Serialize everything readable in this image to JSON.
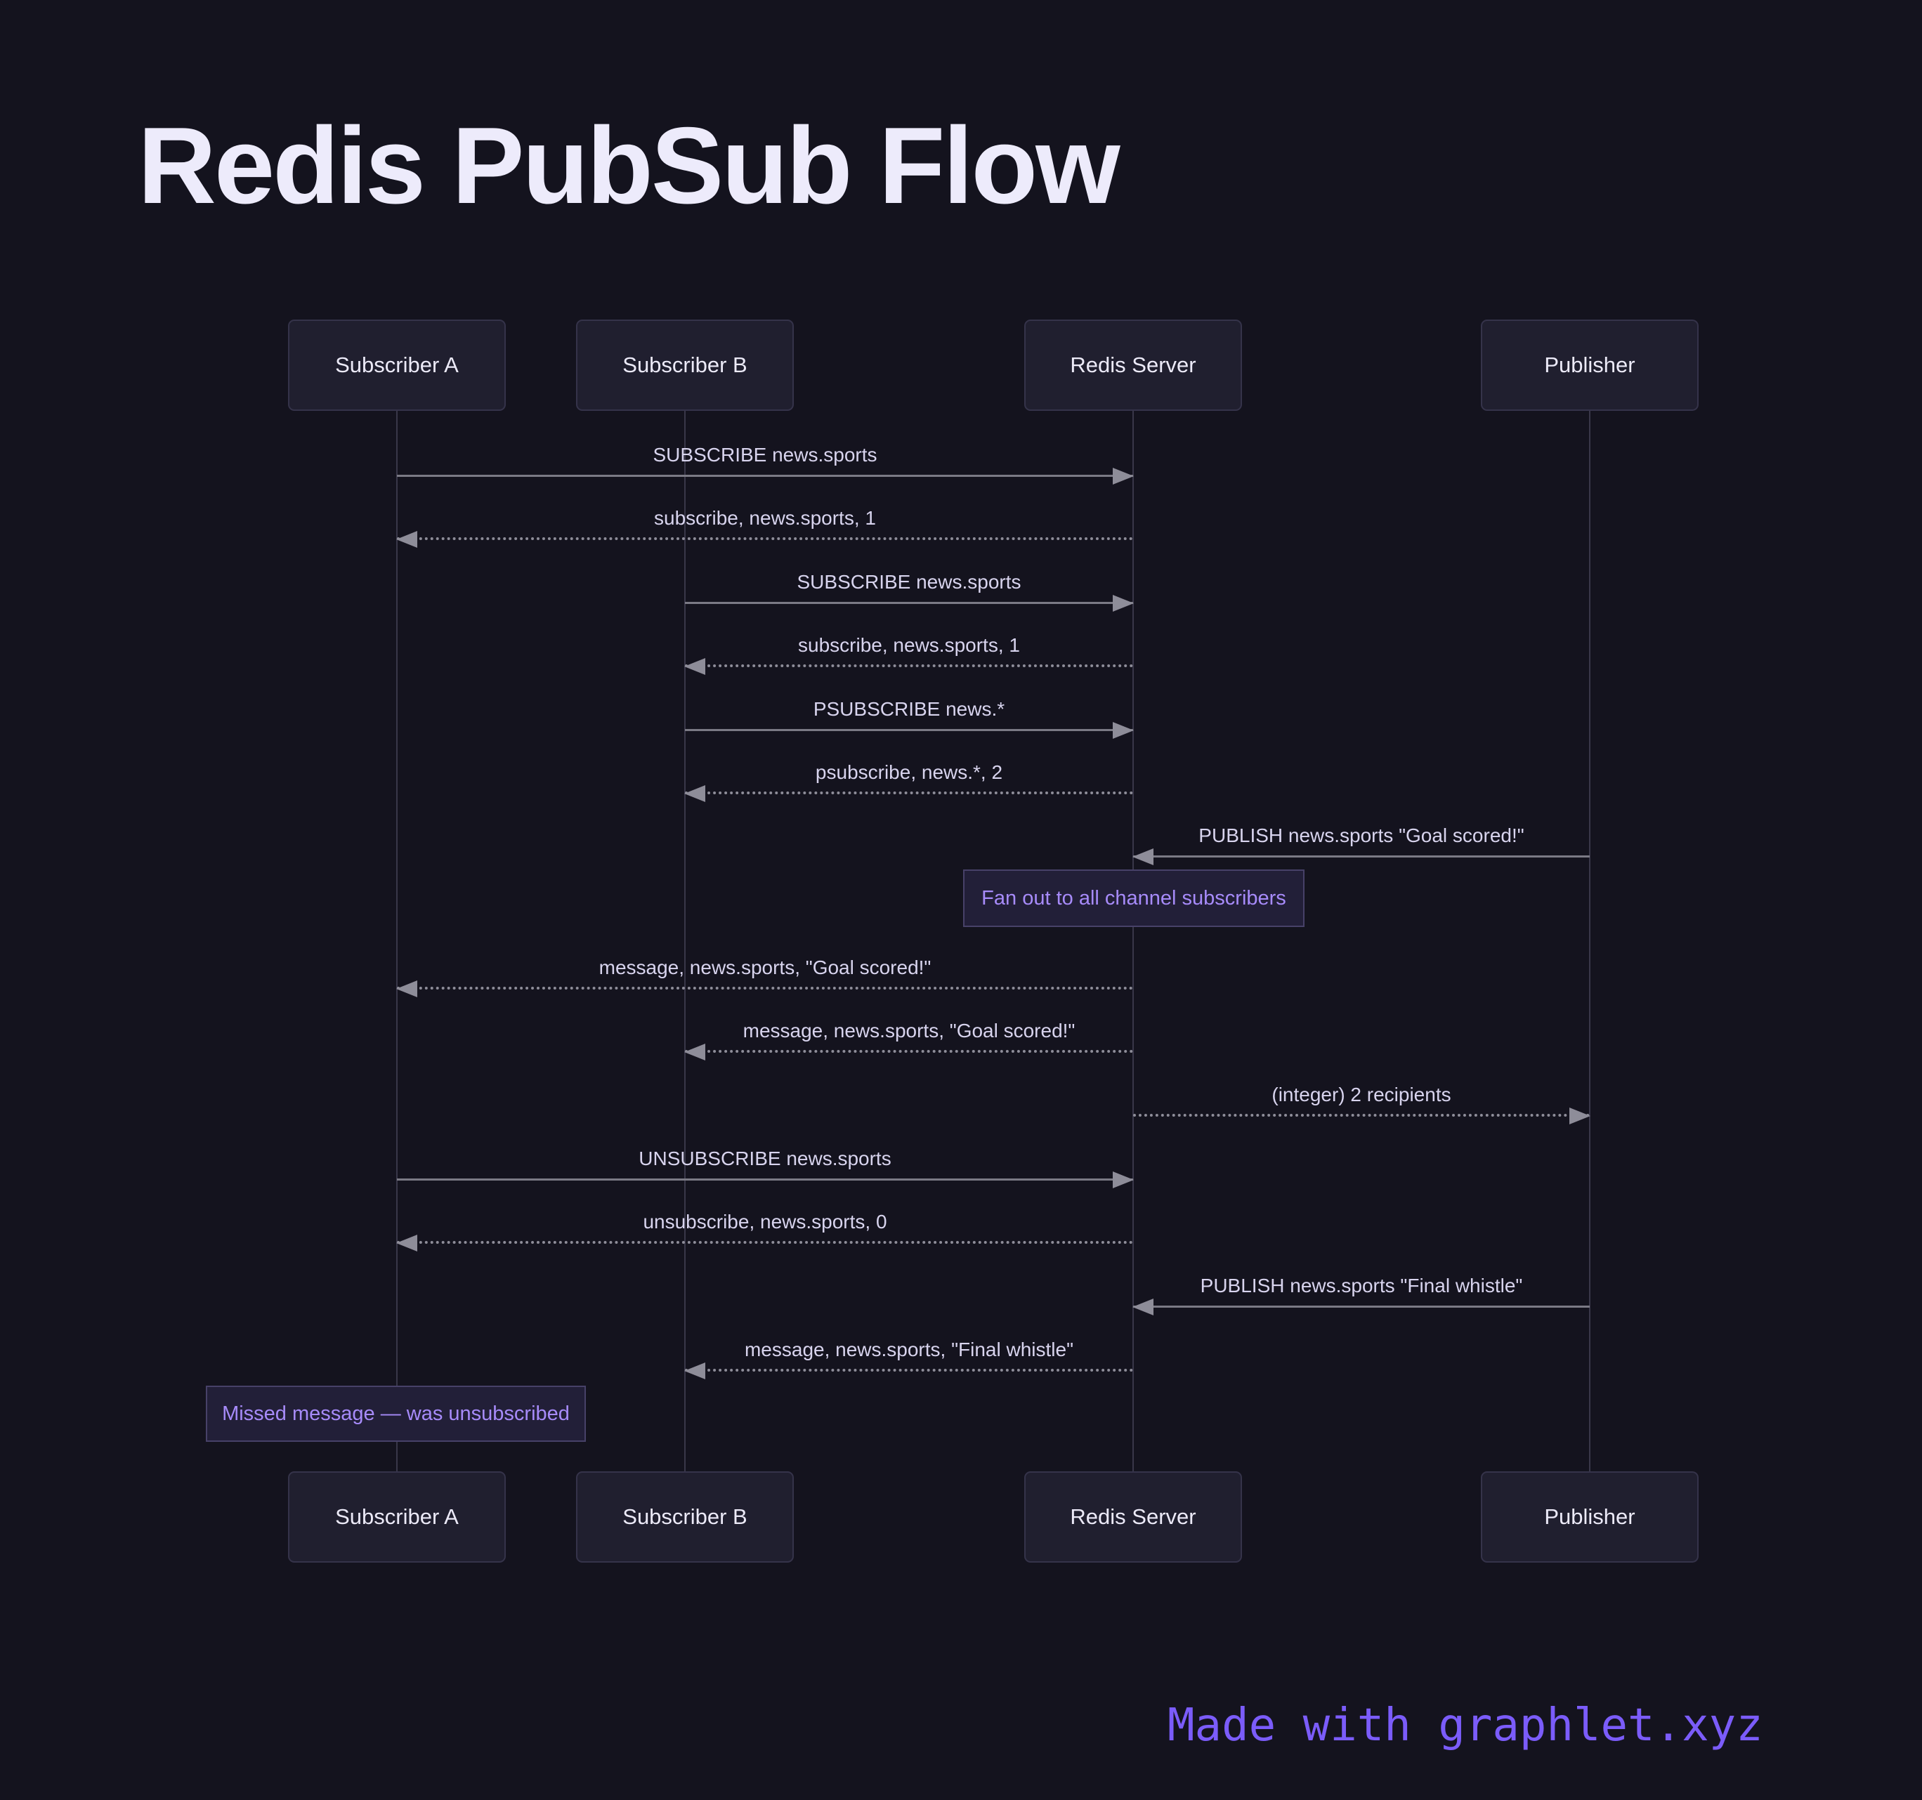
{
  "title": "Redis PubSub Flow",
  "participants": [
    {
      "id": "subscriber-a",
      "label": "Subscriber A"
    },
    {
      "id": "subscriber-b",
      "label": "Subscriber B"
    },
    {
      "id": "redis-server",
      "label": "Redis Server"
    },
    {
      "id": "publisher",
      "label": "Publisher"
    }
  ],
  "messages": [
    {
      "from": "Subscriber A",
      "to": "Redis Server",
      "style": "solid",
      "label": "SUBSCRIBE news.sports"
    },
    {
      "from": "Redis Server",
      "to": "Subscriber A",
      "style": "dashed",
      "label": "subscribe, news.sports, 1"
    },
    {
      "from": "Subscriber B",
      "to": "Redis Server",
      "style": "solid",
      "label": "SUBSCRIBE news.sports"
    },
    {
      "from": "Redis Server",
      "to": "Subscriber B",
      "style": "dashed",
      "label": "subscribe, news.sports, 1"
    },
    {
      "from": "Subscriber B",
      "to": "Redis Server",
      "style": "solid",
      "label": "PSUBSCRIBE news.*"
    },
    {
      "from": "Redis Server",
      "to": "Subscriber B",
      "style": "dashed",
      "label": "psubscribe, news.*, 2"
    },
    {
      "from": "Publisher",
      "to": "Redis Server",
      "style": "solid",
      "label": "PUBLISH news.sports \"Goal scored!\""
    },
    {
      "from": "Redis Server",
      "to": "Subscriber A",
      "style": "dashed",
      "label": "message, news.sports, \"Goal scored!\""
    },
    {
      "from": "Redis Server",
      "to": "Subscriber B",
      "style": "dashed",
      "label": "message, news.sports, \"Goal scored!\""
    },
    {
      "from": "Redis Server",
      "to": "Publisher",
      "style": "dashed",
      "label": "(integer) 2 recipients"
    },
    {
      "from": "Subscriber A",
      "to": "Redis Server",
      "style": "solid",
      "label": "UNSUBSCRIBE news.sports"
    },
    {
      "from": "Redis Server",
      "to": "Subscriber A",
      "style": "dashed",
      "label": "unsubscribe, news.sports, 0"
    },
    {
      "from": "Publisher",
      "to": "Redis Server",
      "style": "solid",
      "label": "PUBLISH news.sports \"Final whistle\""
    },
    {
      "from": "Redis Server",
      "to": "Subscriber B",
      "style": "dashed",
      "label": "message, news.sports, \"Final whistle\""
    }
  ],
  "notes": [
    {
      "over": "Redis Server",
      "text": "Fan out to all channel subscribers"
    },
    {
      "over": "Subscriber A",
      "text": "Missed message — was unsubscribed"
    }
  ],
  "footer": {
    "text": "Made with graphlet.xyz"
  },
  "colors": {
    "background": "#14131e",
    "participant_fill": "#201f2f",
    "participant_border": "#35334a",
    "lifeline": "#393749",
    "arrow": "#8e8d99",
    "message_text": "#d8d4ee",
    "note_text": "#a78bfa",
    "note_border": "#474168",
    "note_fill": "#221f38",
    "title_text": "#edebfb",
    "footer_text": "#7b5cfa"
  }
}
